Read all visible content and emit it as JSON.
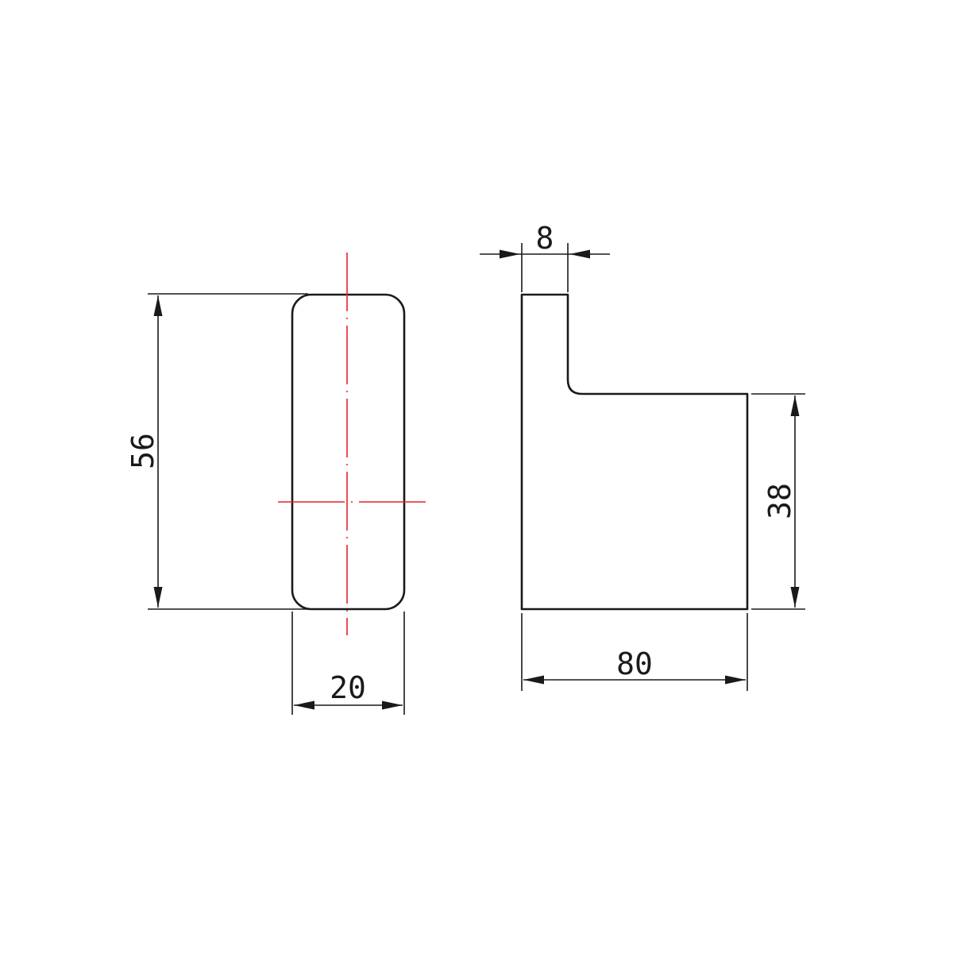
{
  "colors": {
    "outline": "#1a1a1a",
    "centerline": "#e8202a",
    "background": "#ffffff"
  },
  "dimensions": {
    "front_height": "56",
    "front_width": "20",
    "side_thickness": "8",
    "side_height": "38",
    "side_length": "80"
  }
}
